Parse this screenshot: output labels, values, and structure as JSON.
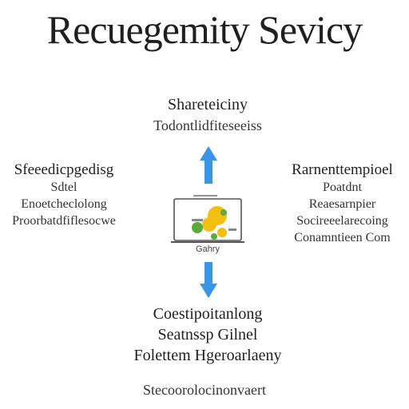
{
  "title": "Recuegemity Sevicy",
  "top": {
    "lines": [
      "Shareteiciny",
      "Todontlidfiteseeiss"
    ]
  },
  "left": {
    "lines": [
      "Sfeeedicpgedisg",
      "Sdtel",
      "Enoetcheclolong",
      "Proorbatdfiflesocwe"
    ]
  },
  "right": {
    "lines": [
      "Rarnenttempioel",
      "Poatdnt",
      "Reaesarnpier",
      "Socireeelarecoing",
      "Conamntieen Com"
    ]
  },
  "device": {
    "label": "Gahry"
  },
  "bottom": {
    "lines": [
      "Coestipoitanlong",
      "Seatnssp Gilnel",
      "Folettem Hgeroarlaeny"
    ]
  },
  "footer": "Stecoorolocinonvaert",
  "colors": {
    "arrow": "#3a95e6",
    "device_outline": "#555555",
    "accent_yellow": "#f2c012",
    "accent_green": "#5caa3c"
  }
}
